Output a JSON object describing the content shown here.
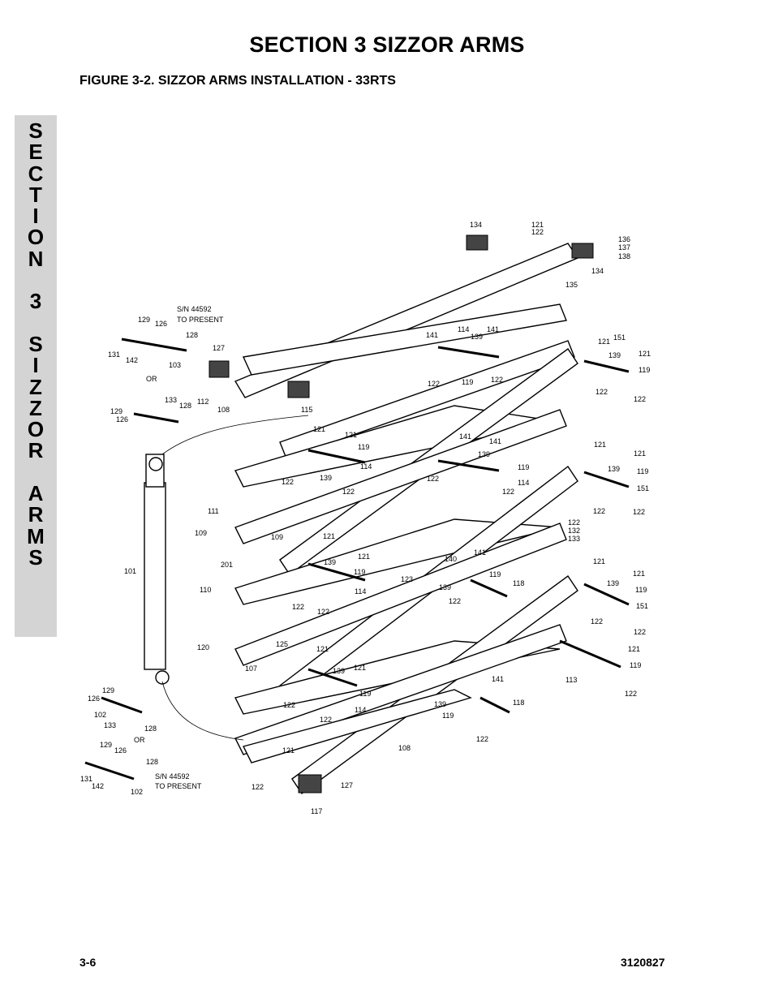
{
  "header": {
    "section_title": "SECTION 3  SIZZOR ARMS",
    "figure_title": "FIGURE 3-2.    SIZZOR ARMS INSTALLATION - 33RTS"
  },
  "side_tab": {
    "letters": [
      "S",
      "E",
      "C",
      "T",
      "I",
      "O",
      "N",
      " ",
      "3",
      " ",
      "S",
      "I",
      "Z",
      "Z",
      "O",
      "R",
      " ",
      "A",
      "R",
      "M",
      "S"
    ]
  },
  "footer": {
    "page_number": "3-6",
    "document_number": "3120827"
  },
  "figure": {
    "notes": [
      "S/N 44592",
      "TO PRESENT",
      "OR"
    ],
    "callouts": [
      "134",
      "121",
      "122",
      "136",
      "137",
      "138",
      "135",
      "129",
      "126",
      "128",
      "131",
      "142",
      "103",
      "133",
      "127",
      "112",
      "108",
      "115",
      "141",
      "114",
      "139",
      "119",
      "151",
      "109",
      "111",
      "201",
      "110",
      "120",
      "101",
      "140",
      "123",
      "118",
      "125",
      "107",
      "113",
      "132",
      "102",
      "117"
    ]
  }
}
